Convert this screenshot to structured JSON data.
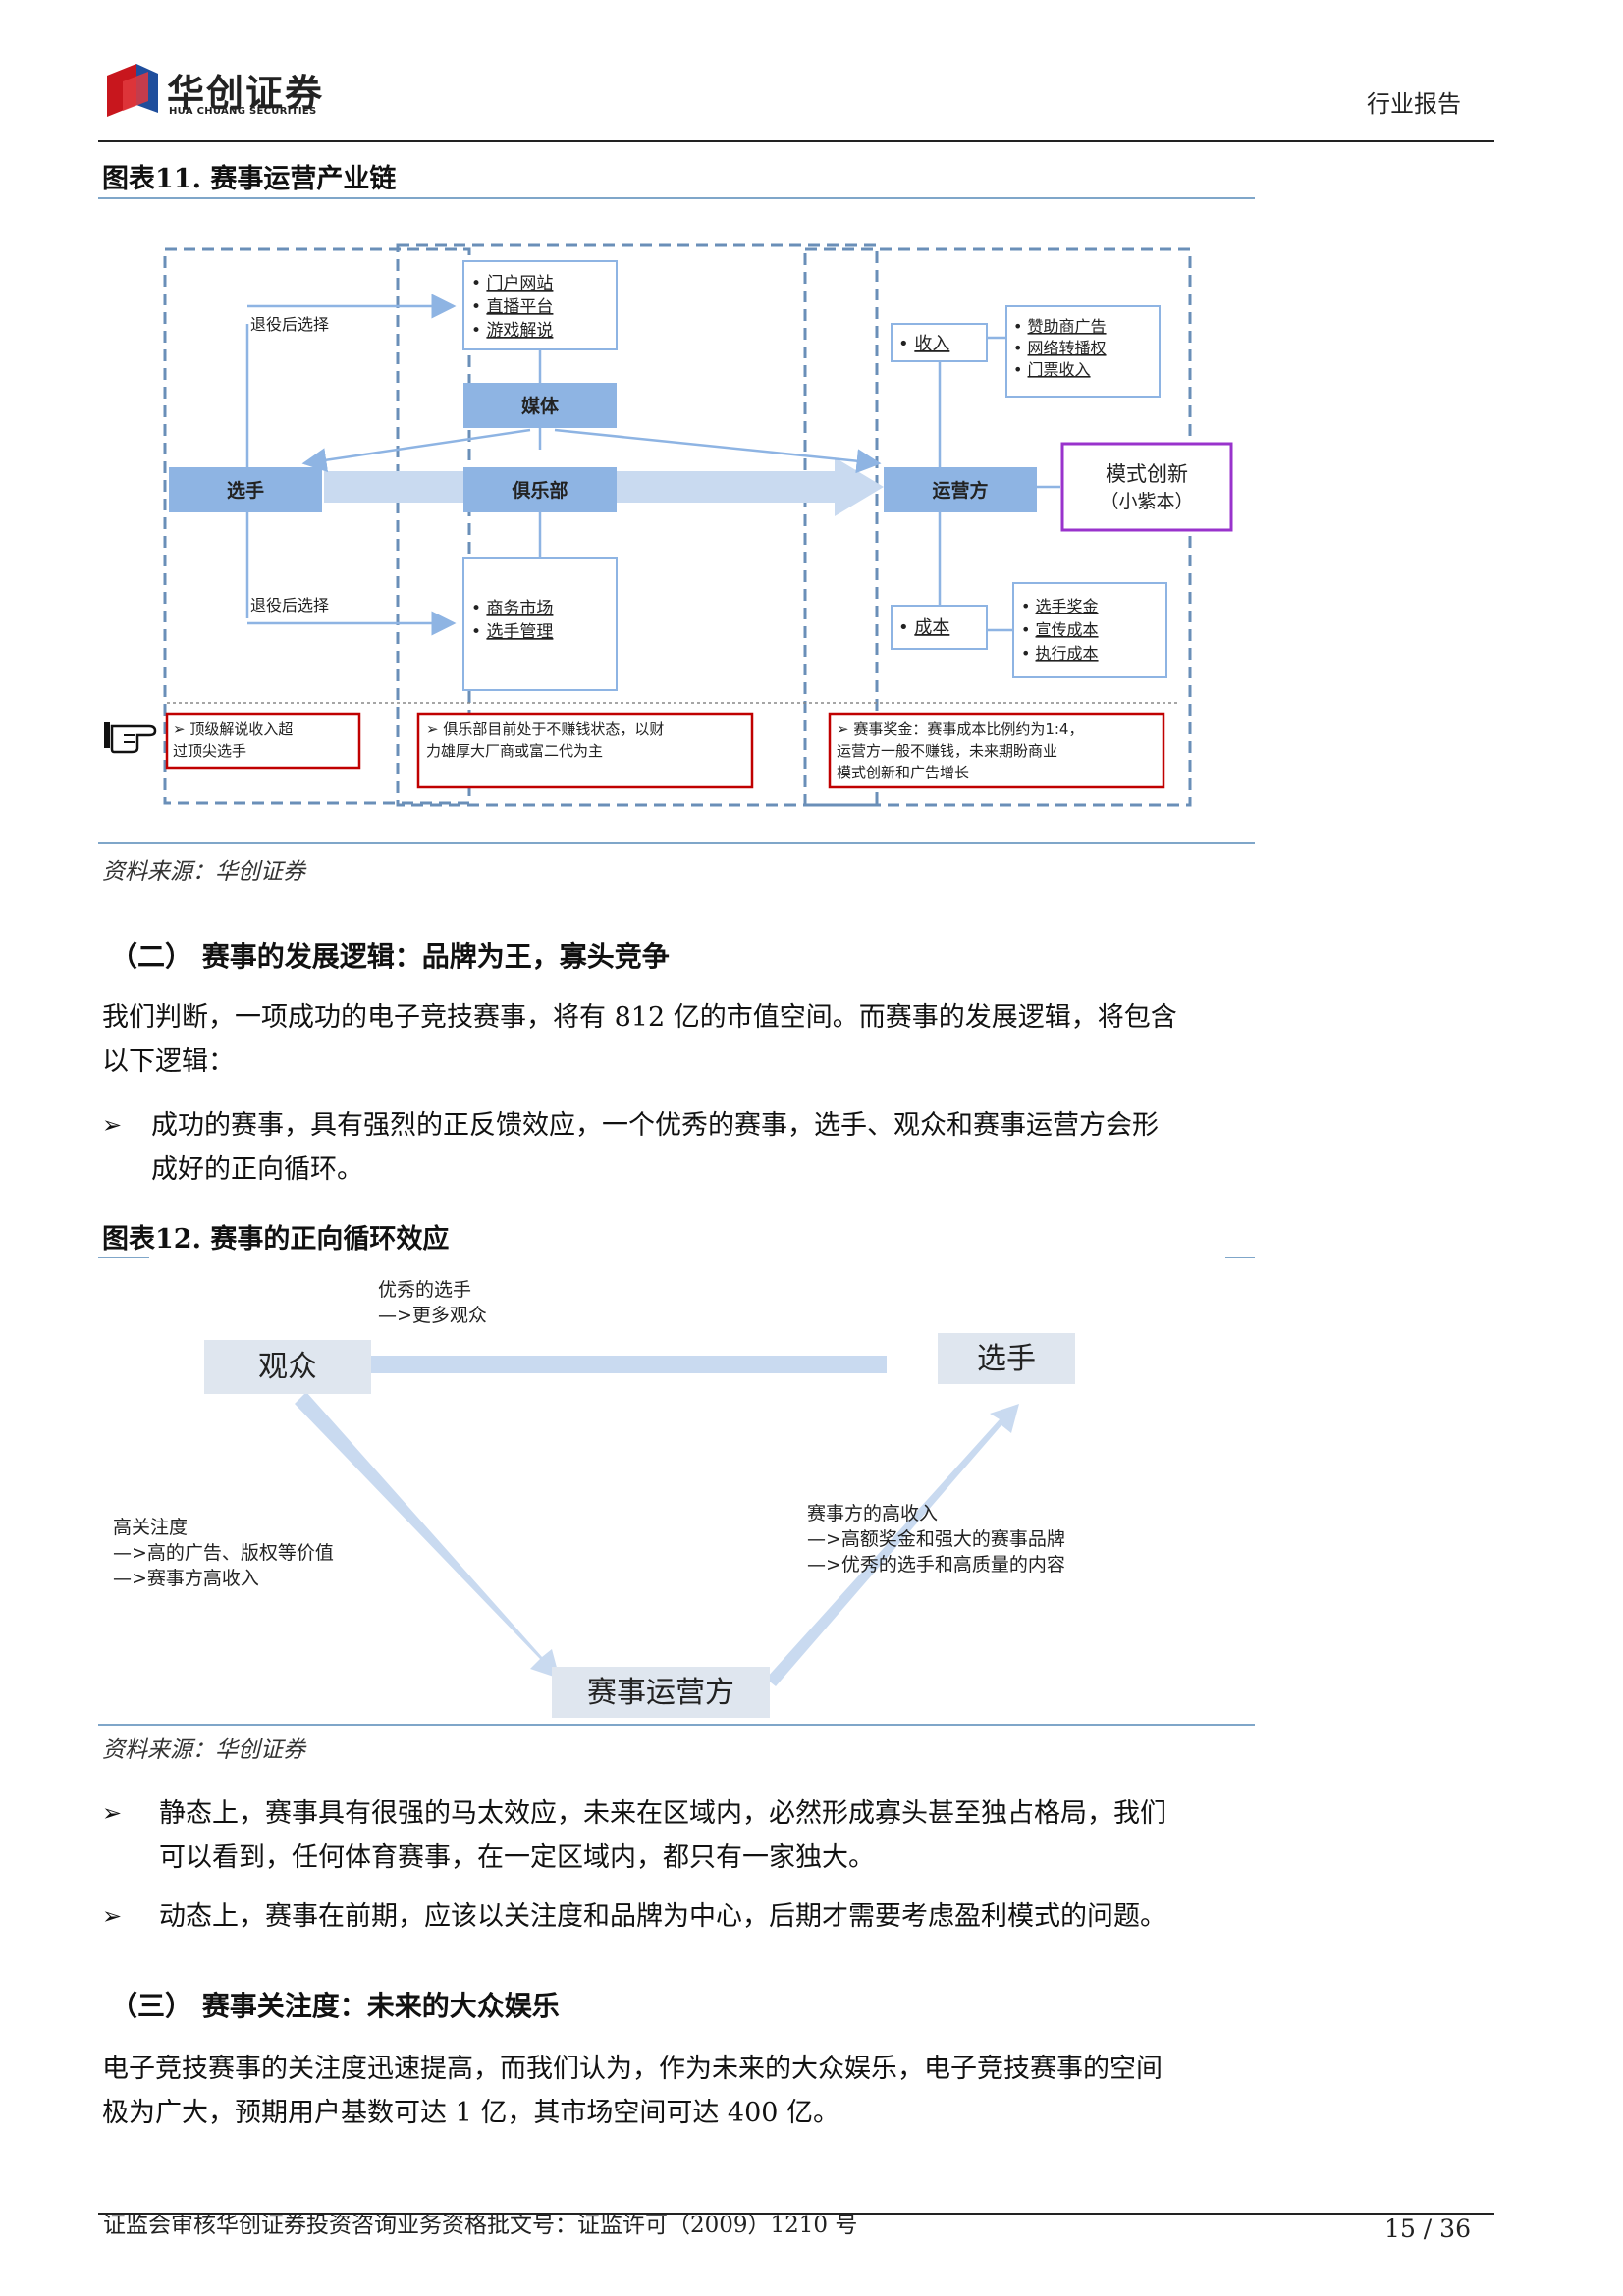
{
  "header": {
    "logo_cn": "华创证券",
    "logo_en": "HUA CHUANG SECURITIES",
    "report_type": "行业报告"
  },
  "figure11": {
    "title": "图表11.  赛事运营产业链",
    "source": "资料来源：华创证券",
    "nodes": {
      "player": "选手",
      "media": "媒体",
      "club": "俱乐部",
      "operator": "运营方",
      "innovation_line1": "模式创新",
      "innovation_line2": "（小紫本）",
      "retire_top": "退役后选择",
      "retire_bottom": "退役后选择"
    },
    "media_list": [
      "门户网站",
      "直播平台",
      "游戏解说"
    ],
    "club_list": [
      "商务市场",
      "选手管理"
    ],
    "income_label": "收入",
    "income_list": [
      "赞助商广告",
      "网络转播权",
      "门票收入"
    ],
    "cost_label": "成本",
    "cost_list": [
      "选手奖金",
      "宣传成本",
      "执行成本"
    ],
    "notes": {
      "player": [
        "➢ 顶级解说收入超",
        "过顶尖选手"
      ],
      "club": [
        "➢ 俱乐部目前处于不赚钱状态，以财",
        "力雄厚大厂商或富二代为主"
      ],
      "operator": [
        "➢ 赛事奖金：赛事成本比例约为1:4，",
        "运营方一般不赚钱，未来期盼商业",
        "模式创新和广告增长"
      ]
    },
    "colors": {
      "node_fill": "#8eb4e3",
      "dash_border": "#6a8fb8",
      "note_border": "#c00000",
      "innovation_border": "#9933cc"
    }
  },
  "section2": {
    "heading": "（二）    赛事的发展逻辑：品牌为王，寡头竞争",
    "para": [
      "我们判断，一项成功的电子竞技赛事，将有 812 亿的市值空间。而赛事的发展逻辑，将包含",
      "以下逻辑："
    ],
    "bullet1": [
      "成功的赛事，具有强烈的正反馈效应，一个优秀的赛事，选手、观众和赛事运营方会形",
      "成好的正向循环。"
    ]
  },
  "figure12": {
    "title": "图表12.  赛事的正向循环效应",
    "source": "资料来源：华创证券",
    "audience": "观众",
    "player": "选手",
    "operator": "赛事运营方",
    "top_label": [
      "优秀的选手",
      "—>更多观众"
    ],
    "left_label": [
      "高关注度",
      "—>高的广告、版权等价值",
      "—>赛事方高收入"
    ],
    "right_label": [
      "赛事方的高收入",
      "—>高额奖金和强大的赛事品牌",
      "—>优秀的选手和高质量的内容"
    ]
  },
  "bullets2": [
    [
      "静态上，赛事具有很强的马太效应，未来在区域内，必然形成寡头甚至独占格局，我们",
      "可以看到，任何体育赛事，在一定区域内，都只有一家独大。"
    ],
    [
      "动态上，赛事在前期，应该以关注度和品牌为中心，后期才需要考虑盈利模式的问题。"
    ]
  ],
  "section3": {
    "heading": "（三）    赛事关注度：未来的大众娱乐",
    "para": [
      "电子竞技赛事的关注度迅速提高，而我们认为，作为未来的大众娱乐，电子竞技赛事的空间",
      "极为广大，预期用户基数可达 1 亿，其市场空间可达 400 亿。"
    ]
  },
  "footer": {
    "text": "证监会审核华创证券投资咨询业务资格批文号：证监许可（2009）1210 号",
    "page": "15 / 36"
  }
}
